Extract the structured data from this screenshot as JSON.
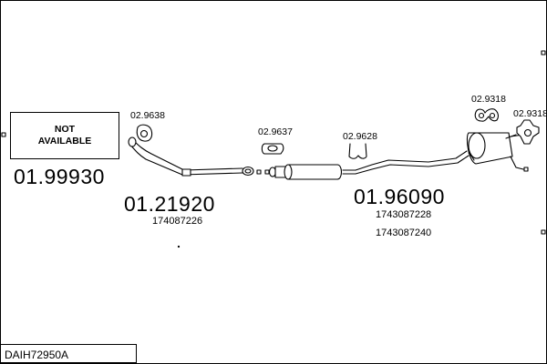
{
  "diagram": {
    "not_available": {
      "line1": "NOT",
      "line2": "AVAILABLE",
      "part_number": "01.99930"
    },
    "front_pipe": {
      "clamp_ref": "02.9638",
      "part_number": "01.21920",
      "oe_ref": "174087226"
    },
    "middle_silencer": {
      "clamp_ref": "02.9637"
    },
    "rear_section": {
      "clamp_ref": "02.9628",
      "part_number": "01.96090",
      "oe_refs": [
        "1743087228",
        "1743087240"
      ]
    },
    "rear_silencer": {
      "hanger_ref_1": "02.9318",
      "hanger_ref_2": "02.9318"
    }
  },
  "footer": {
    "code": "DAIH72950A"
  },
  "colors": {
    "line": "#000000",
    "background": "#ffffff"
  }
}
